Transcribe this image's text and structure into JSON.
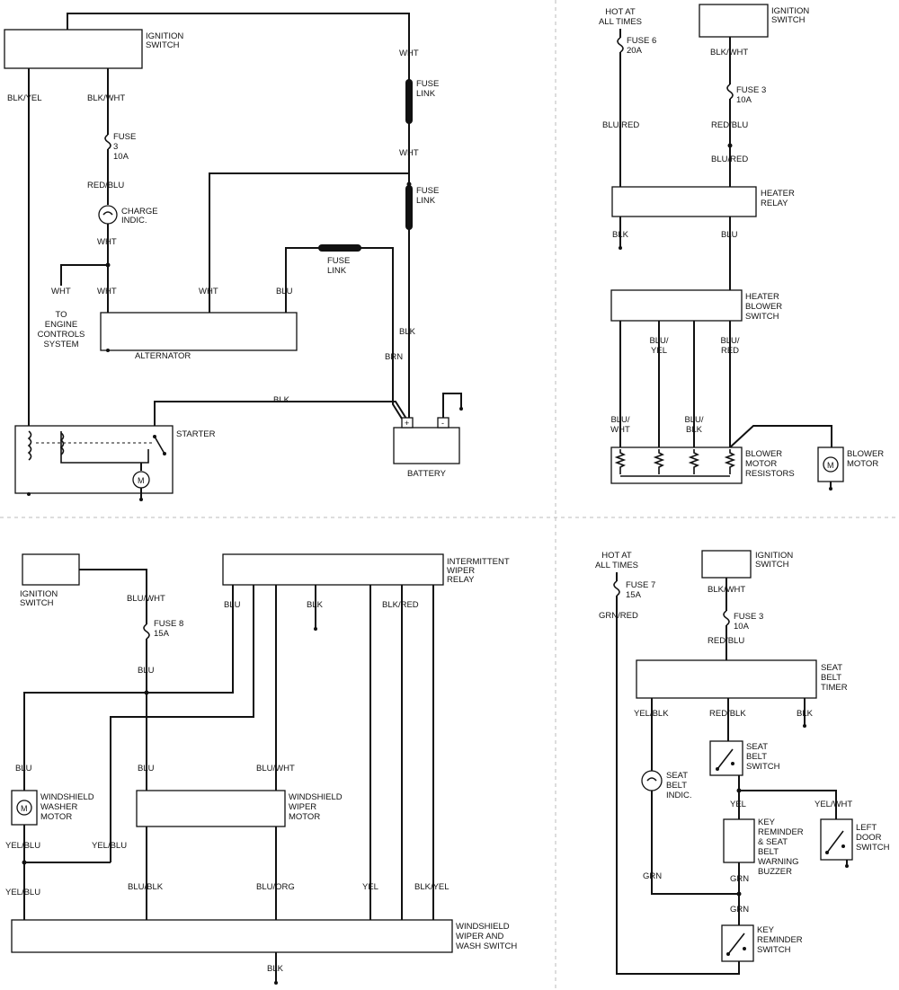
{
  "q1": {
    "ign_switch": [
      "IGNITION",
      "SWITCH"
    ],
    "w_blk_yel": "BLK/YEL",
    "w_blk_wht": "BLK/WHT",
    "fuse": [
      "FUSE",
      "3",
      "10A"
    ],
    "w_red_blu": "RED/BLU",
    "charge": [
      "CHARGE",
      "INDIC."
    ],
    "w_wht_1": "WHT",
    "w_wht_2": "WHT",
    "w_wht_3": "WHT",
    "w_wht_4": "WHT",
    "w_wht_top": "WHT",
    "w_wht_mid": "WHT",
    "w_blu": "BLU",
    "engine": [
      "TO",
      "ENGINE",
      "CONTROLS",
      "SYSTEM"
    ],
    "alternator": "ALTERNATOR",
    "fuse_link_1": [
      "FUSE",
      "LINK"
    ],
    "fuse_link_2": [
      "FUSE",
      "LINK"
    ],
    "fuse_link_3": [
      "FUSE",
      "LINK"
    ],
    "w_blk_v": "BLK",
    "w_brn": "BRN",
    "w_blk_h": "BLK",
    "starter": "STARTER",
    "battery": "BATTERY",
    "plus": "+",
    "minus": "-",
    "motor": "M"
  },
  "q2": {
    "hot": [
      "HOT AT",
      "ALL TIMES"
    ],
    "fuse6": [
      "FUSE 6",
      "20A"
    ],
    "ign_switch": [
      "IGNITION",
      "SWITCH"
    ],
    "w_blk_wht": "BLK/WHT",
    "fuse3": [
      "FUSE 3",
      "10A"
    ],
    "w_blu_red_l": "BLU/RED",
    "w_red_blu": "RED/BLU",
    "w_blu_red_r": "BLU/RED",
    "heater_relay": [
      "HEATER",
      "RELAY"
    ],
    "w_blk": "BLK",
    "w_blu": "BLU",
    "blower_switch": [
      "HEATER",
      "BLOWER",
      "SWITCH"
    ],
    "w_blu_yel": [
      "BLU/",
      "YEL"
    ],
    "w_blu_red_2": [
      "BLU/",
      "RED"
    ],
    "w_blu_wht": [
      "BLU/",
      "WHT"
    ],
    "w_blu_blk": [
      "BLU/",
      "BLK"
    ],
    "resistors": [
      "BLOWER",
      "MOTOR",
      "RESISTORS"
    ],
    "blower_motor": [
      "BLOWER",
      "MOTOR"
    ],
    "motor": "M"
  },
  "q3": {
    "ign_switch": [
      "IGNITION",
      "SWITCH"
    ],
    "w_blu_wht": "BLU/WHT",
    "fuse8": [
      "FUSE 8",
      "15A"
    ],
    "w_blu_1": "BLU",
    "w_blu_2": "BLU",
    "w_blu_3": "BLU",
    "w_blu_4": "BLU",
    "w_blk_top": "BLK",
    "w_blk_red": "BLK/RED",
    "relay": [
      "INTERMITTENT",
      "WIPER",
      "RELAY"
    ],
    "washer": [
      "WINDSHIELD",
      "WASHER",
      "MOTOR"
    ],
    "wiper_motor": [
      "WINDSHIELD",
      "WIPER",
      "MOTOR"
    ],
    "w_blu_wht_2": "BLU/WHT",
    "w_yel_blu_1": "YEL/BLU",
    "w_yel_blu_2": "YEL/BLU",
    "w_yel_blu_3": "YEL/BLU",
    "w_blu_blk": "BLU/BLK",
    "w_blu_org": "BLU/ORG",
    "w_yel": "YEL",
    "w_blk_yel": "BLK/YEL",
    "wash_switch": [
      "WINDSHIELD",
      "WIPER AND",
      "WASH SWITCH"
    ],
    "w_blk_bot": "BLK",
    "motor": "M"
  },
  "q4": {
    "hot": [
      "HOT AT",
      "ALL TIMES"
    ],
    "fuse7": [
      "FUSE 7",
      "15A"
    ],
    "w_grn_red": "GRN/RED",
    "ign_switch": [
      "IGNITION",
      "SWITCH"
    ],
    "w_blk_wht": "BLK/WHT",
    "fuse3": [
      "FUSE 3",
      "10A"
    ],
    "w_red_blu": "RED/BLU",
    "timer": [
      "SEAT",
      "BELT",
      "TIMER"
    ],
    "w_yel_blk": "YEL/BLK",
    "w_red_blk": "RED/BLK",
    "w_blk": "BLK",
    "sb_switch": [
      "SEAT",
      "BELT",
      "SWITCH"
    ],
    "sb_indic": [
      "SEAT",
      "BELT",
      "INDIC."
    ],
    "w_yel": "YEL",
    "w_yel_wht": "YEL/WHT",
    "buzzer": [
      "KEY",
      "REMINDER",
      "& SEAT",
      "BELT",
      "WARNING",
      "BUZZER"
    ],
    "left_door": [
      "LEFT",
      "DOOR",
      "SWITCH"
    ],
    "w_grn_1": "GRN",
    "w_grn_2": "GRN",
    "w_grn_3": "GRN",
    "key_switch": [
      "KEY",
      "REMINDER",
      "SWITCH"
    ]
  }
}
